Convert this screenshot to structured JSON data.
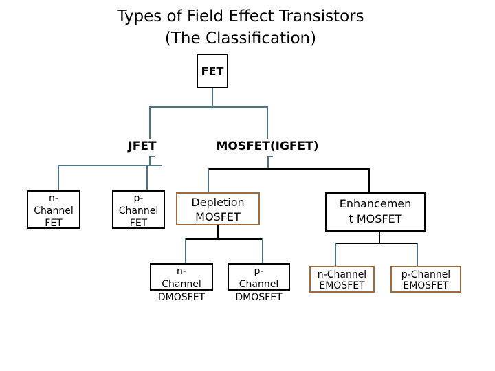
{
  "title": {
    "line1": "Types of Field Effect Transistors",
    "line2": "(The Classification)"
  },
  "tree": {
    "root": {
      "label": "FET"
    },
    "level1": {
      "jfet": "JFET",
      "mosfet": "MOSFET(IGFET)"
    },
    "jfet_children": {
      "n_channel_fet": {
        "line1": "n-",
        "line2": "Channel",
        "line3": "FET"
      },
      "p_channel_fet": {
        "line1": "p-",
        "line2": "Channel",
        "line3": "FET"
      }
    },
    "mosfet_children": {
      "depletion": {
        "line1": "Depletion",
        "line2": "MOSFET"
      },
      "enhancement": {
        "line1": "Enhancemen",
        "line2": "t MOSFET"
      }
    },
    "depletion_children": {
      "n_dmosfet": {
        "line1": "n-",
        "line2": "Channel",
        "line3": "DMOSFET"
      },
      "p_dmosfet": {
        "line1": "p-",
        "line2": "Channel",
        "line3": "DMOSFET"
      }
    },
    "enhancement_children": {
      "n_emosfet": {
        "line1": "n-Channel",
        "line2": "EMOSFET"
      },
      "p_emosfet": {
        "line1": "p-Channel",
        "line2": "EMOSFET"
      }
    }
  },
  "colors": {
    "connector_blue": "#4d7386",
    "connector_black": "#000000",
    "box_border_black": "#000000",
    "box_border_brown": "#9c6b3e",
    "text": "#000000",
    "background": "#ffffff"
  }
}
